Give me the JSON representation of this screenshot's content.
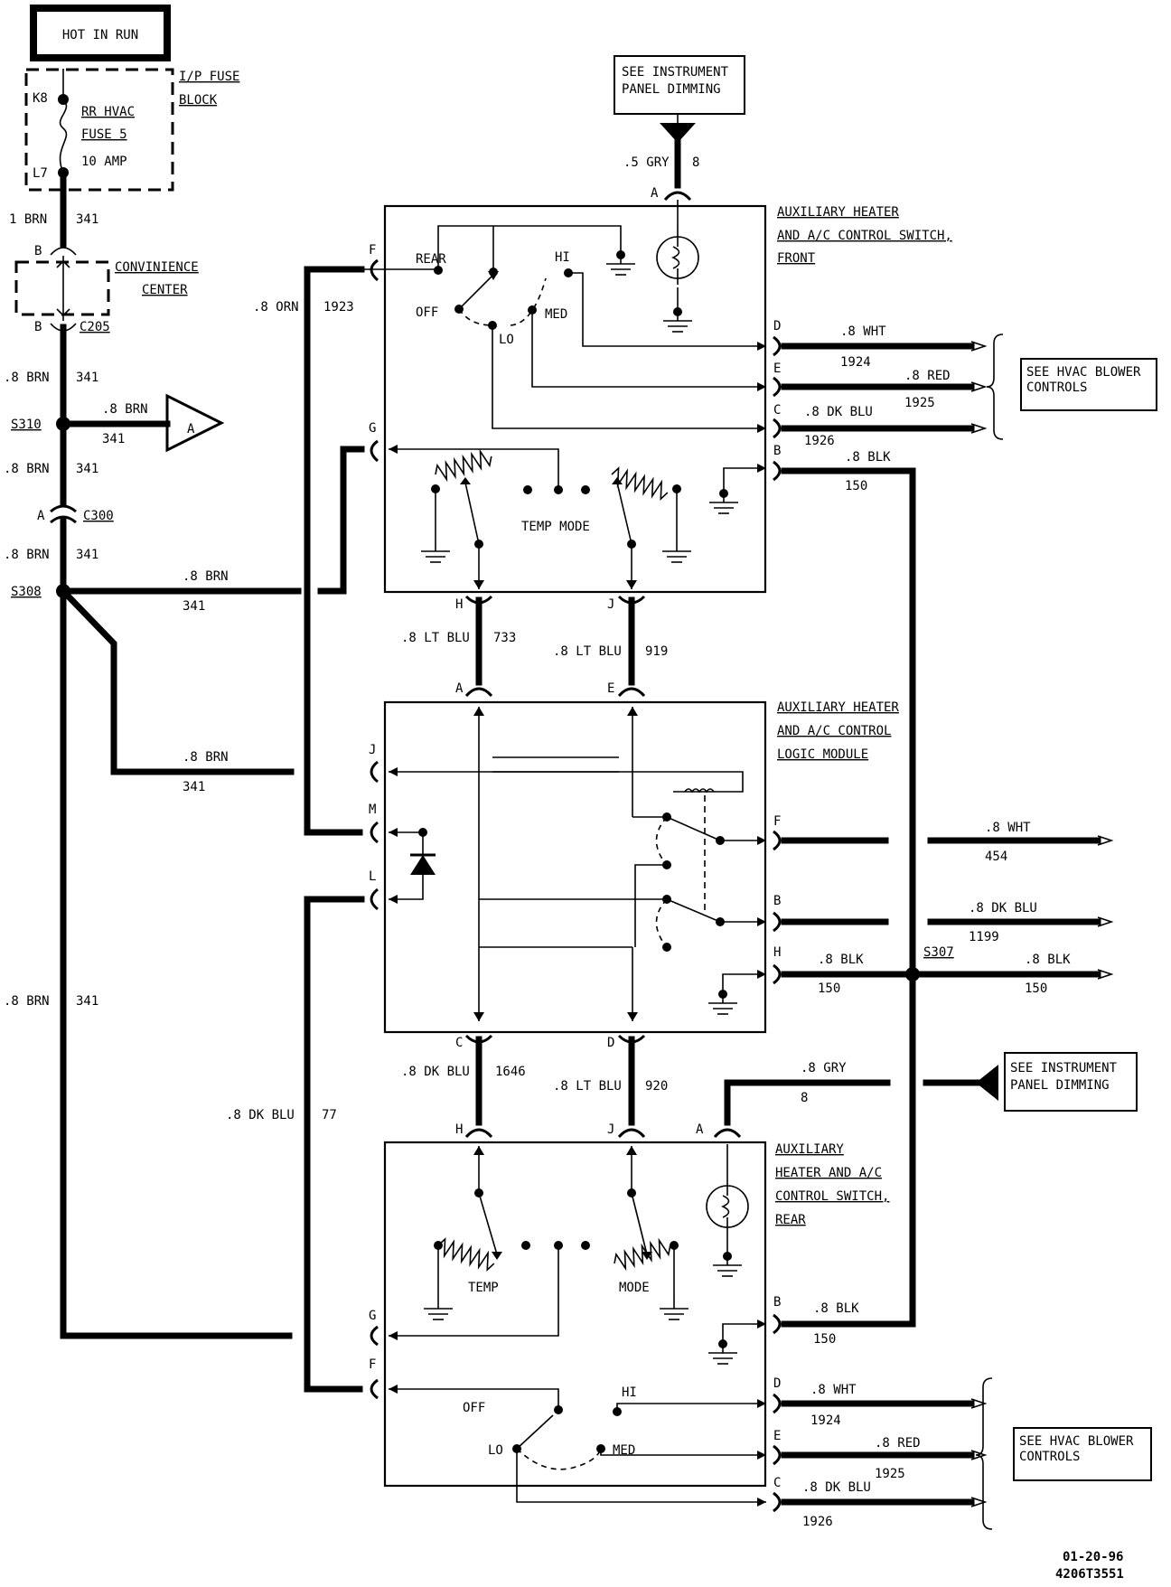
{
  "header": {
    "hot_in_run": "HOT IN RUN"
  },
  "fuse_block": {
    "label_1": "I/P FUSE",
    "label_2": "BLOCK",
    "pin_top": "K8",
    "pin_bottom": "L7",
    "fuse_1": "RR HVAC",
    "fuse_2": "FUSE 5",
    "fuse_3": "10 AMP"
  },
  "convenience": {
    "label_1": "CONVINIENCE",
    "label_2": "CENTER",
    "pin_b1": "B",
    "pin_b2": "B",
    "conn": "C205"
  },
  "left_wires": {
    "w1": "1 BRN",
    "w1c": "341",
    "w2": ".8 BRN",
    "w2c": "341",
    "s310": "S310",
    "w3": ".8 BRN",
    "w3c": "341",
    "a_ref": "A",
    "w4": ".8 BRN",
    "w4c": "341",
    "c300_pin": "A",
    "c300": "C300",
    "w5": ".8 BRN",
    "w5c": "341",
    "s308": "S308",
    "w6": ".8 BRN",
    "w6c": "341",
    "w7": ".8 BRN",
    "w7c": "341",
    "w8": ".8 BRN",
    "w8c": "341",
    "orn": ".8 ORN",
    "orn_c": "1923",
    "dkblu": ".8 DK BLU",
    "dkblu_c": "77"
  },
  "dimming_top": {
    "line1": "SEE INSTRUMENT",
    "line2": "PANEL DIMMING",
    "wire": ".5 GRY",
    "circuit": "8",
    "pin": "A"
  },
  "front_switch": {
    "title1": "AUXILIARY HEATER",
    "title2": "AND A/C CONTROL SWITCH,",
    "title3": "FRONT",
    "rear": "REAR",
    "off": "OFF",
    "lo": "LO",
    "med": "MED",
    "hi": "HI",
    "temp_mode": "TEMP MODE",
    "pin_f": "F",
    "pin_g": "G",
    "pin_h": "H",
    "pin_j": "J",
    "pin_d": "D",
    "pin_e": "E",
    "pin_c": "C",
    "pin_b": "B",
    "d_wire": ".8 WHT",
    "d_c": "1924",
    "e_wire": ".8 RED",
    "e_c": "1925",
    "c_wire": ".8 DK BLU",
    "c_c": "1926",
    "b_wire": ".8 BLK",
    "b_c": "150"
  },
  "blower_top": {
    "line1": "SEE HVAC BLOWER",
    "line2": "CONTROLS"
  },
  "mid_wires": {
    "h_wire": ".8 LT BLU",
    "h_c": "733",
    "j_wire": ".8 LT BLU",
    "j_c": "919",
    "pin_a": "A",
    "pin_e": "E"
  },
  "logic_module": {
    "title1": "AUXILIARY HEATER",
    "title2": "AND A/C CONTROL",
    "title3": "LOGIC MODULE",
    "pin_j": "J",
    "pin_m": "M",
    "pin_l": "L",
    "pin_f": "F",
    "pin_b": "B",
    "pin_h": "H",
    "pin_c": "C",
    "pin_d": "D",
    "f_wire": ".8 WHT",
    "f_c": "454",
    "b_wire": ".8 DK BLU",
    "b_c": "1199",
    "h_wire": ".8 BLK",
    "h_c": "150",
    "s307": "S307",
    "s307_wire": ".8 BLK",
    "s307_c": "150"
  },
  "lower_wires": {
    "c_wire": ".8 DK BLU",
    "c_c": "1646",
    "d_wire": ".8 LT BLU",
    "d_c": "920",
    "gry_wire": ".8 GRY",
    "gry_c": "8"
  },
  "dimming_mid": {
    "line1": "SEE INSTRUMENT",
    "line2": "PANEL DIMMING"
  },
  "rear_switch": {
    "title1": "AUXILIARY",
    "title2": "HEATER AND A/C",
    "title3": "CONTROL SWITCH,",
    "title4": "REAR",
    "temp": "TEMP",
    "mode": "MODE",
    "off": "OFF",
    "lo": "LO",
    "med": "MED",
    "hi": "HI",
    "pin_h": "H",
    "pin_j": "J",
    "pin_a": "A",
    "pin_g": "G",
    "pin_f": "F",
    "pin_b": "B",
    "pin_d": "D",
    "pin_e": "E",
    "pin_c": "C",
    "b_wire": ".8 BLK",
    "b_c": "150",
    "d_wire": ".8 WHT",
    "d_c": "1924",
    "e_wire": ".8 RED",
    "e_c": "1925",
    "c_wire": ".8 DK BLU",
    "c_c": "1926"
  },
  "blower_bottom": {
    "line1": "SEE HVAC BLOWER",
    "line2": "CONTROLS"
  },
  "footer": {
    "date": "01-20-96",
    "code": "4206T3551"
  }
}
